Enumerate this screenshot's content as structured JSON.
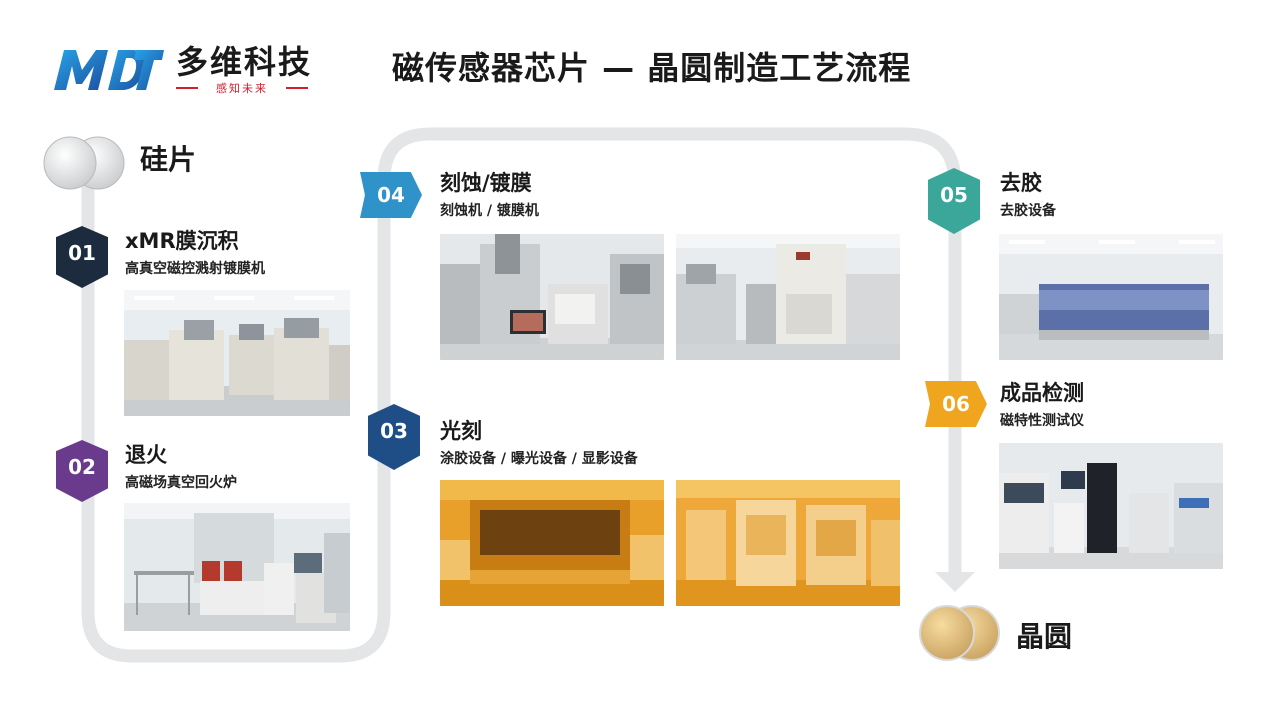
{
  "brand": {
    "logo_text": "MDT",
    "name": "多维科技",
    "tagline": "感知未来"
  },
  "title": "磁传感器芯片 — 晶圆制造工艺流程",
  "start_label": "硅片",
  "end_label": "晶圆",
  "steps": [
    {
      "num": "01",
      "title": "xMR膜沉积",
      "sub": "高真空磁控溅射镀膜机",
      "color": "#1c2b3e",
      "photo": "lab-cleanroom-sputtering"
    },
    {
      "num": "02",
      "title": "退火",
      "sub": "高磁场真空回火炉",
      "color": "#6a3b8c",
      "photo": "lab-annealing-furnace"
    },
    {
      "num": "03",
      "title": "光刻",
      "sub": "涂胶设备 / 曝光设备 / 显影设备",
      "color": "#1f4e86",
      "photo": "yellow-room-lithography"
    },
    {
      "num": "04",
      "title": "刻蚀/镀膜",
      "sub": "刻蚀机 / 镀膜机",
      "color": "#2f93c9",
      "photo": "lab-etching-machines"
    },
    {
      "num": "05",
      "title": "去胶",
      "sub": "去胶设备",
      "color": "#3aa79a",
      "photo": "lab-strip-line"
    },
    {
      "num": "06",
      "title": "成品检测",
      "sub": "磁特性测试仪",
      "color": "#f0a51f",
      "photo": "lab-magnetic-tester"
    }
  ],
  "colors": {
    "track": "#e2e4e6",
    "brand_blue": "#1f6fc0",
    "brand_red": "#d21f2b"
  }
}
